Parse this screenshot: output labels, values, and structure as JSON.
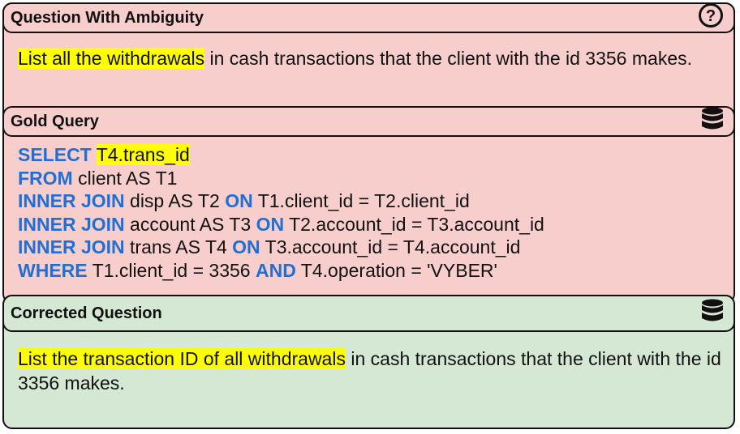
{
  "ambiguous": {
    "title": "Question With Ambiguity",
    "icon": "question-circle-icon",
    "highlight": "List all the withdrawals",
    "rest": " in cash transactions that the client with the id 3356 makes."
  },
  "gold": {
    "title": "Gold Query",
    "icon": "database-icon",
    "lines": [
      [
        {
          "t": "SELECT",
          "k": true
        },
        {
          "t": " "
        },
        {
          "t": "T4.trans_id",
          "h": true
        }
      ],
      [
        {
          "t": "FROM",
          "k": true
        },
        {
          "t": " client AS T1"
        }
      ],
      [
        {
          "t": "INNER JOIN",
          "k": true
        },
        {
          "t": " disp AS T2 "
        },
        {
          "t": "ON",
          "k": true
        },
        {
          "t": " T1.client_id = T2.client_id"
        }
      ],
      [
        {
          "t": "INNER JOIN",
          "k": true
        },
        {
          "t": " account AS T3 "
        },
        {
          "t": "ON",
          "k": true
        },
        {
          "t": " T2.account_id = T3.account_id"
        }
      ],
      [
        {
          "t": "INNER JOIN",
          "k": true
        },
        {
          "t": " trans AS T4 "
        },
        {
          "t": "ON",
          "k": true
        },
        {
          "t": " T3.account_id = T4.account_id"
        }
      ],
      [
        {
          "t": "WHERE",
          "k": true
        },
        {
          "t": " T1.client_id = 3356 "
        },
        {
          "t": "AND",
          "k": true
        },
        {
          "t": " T4.operation = 'VYBER'"
        }
      ]
    ]
  },
  "corrected": {
    "title": "Corrected Question",
    "icon": "database-icon",
    "highlight": "List the transaction ID of all withdrawals",
    "rest": " in cash transactions that the client with the id 3356 makes."
  },
  "colors": {
    "keyword": "#1f6fd6",
    "highlight": "#ffff00",
    "pink": "#f8cecc",
    "green": "#d5e8d4"
  }
}
